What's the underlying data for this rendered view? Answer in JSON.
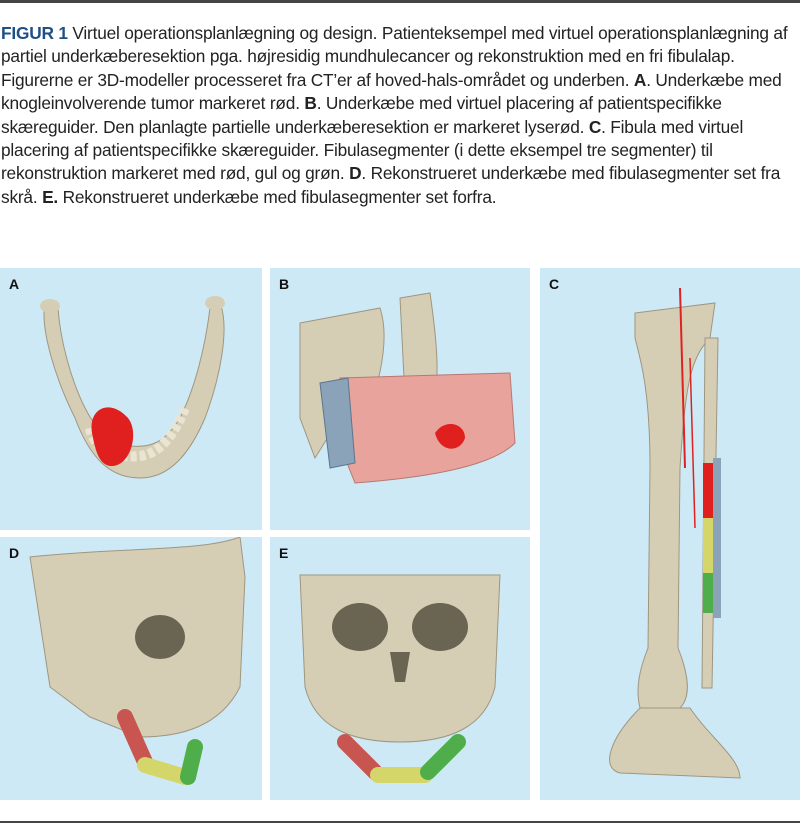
{
  "caption": {
    "figure_label": "FIGUR 1",
    "segments": [
      {
        "text": " Virtuel operationsplanlægning og design. Patienteksempel med virtuel operationsplanlægning af partiel underkæberesektion pga. højresidig mundhulecancer og rekonstruktion med en fri fibulalap. Figurerne er 3D-modeller processeret fra CT’er af hoved-hals-området og underben. "
      },
      {
        "bold": "A"
      },
      {
        "text": ". Underkæbe med knogleinvolverende tumor markeret rød. "
      },
      {
        "bold": "B"
      },
      {
        "text": ". Underkæbe med virtuel placering af patientspecifikke skæreguider. Den planlagte partielle underkæberesektion er markeret lyserød. "
      },
      {
        "bold": "C"
      },
      {
        "text": ". Fibula med virtuel placering af patientspecifikke skæreguider. Fibulasegmenter (i dette eksempel tre segmenter) til rekonstruktion markeret med rød, gul og grøn. "
      },
      {
        "bold": "D"
      },
      {
        "text": ". Rekonstrueret underkæbe med fibulasegmenter set fra skrå. "
      },
      {
        "bold": "E."
      },
      {
        "text": " Rekonstrueret underkæbe med fibulasegmenter set forfra."
      }
    ]
  },
  "panels": {
    "A": {
      "label": "A"
    },
    "B": {
      "label": "B"
    },
    "C": {
      "label": "C"
    },
    "D": {
      "label": "D"
    },
    "E": {
      "label": "E"
    }
  },
  "colors": {
    "bone": "#d8d0b8",
    "tumor": "#e0201e",
    "resection": "#e8a49c",
    "guide": "#8aa3b8",
    "seg_red": "#c8554f",
    "seg_yellow": "#d4d66a",
    "seg_green": "#4fae4a",
    "panel_bg": "#cde9f6",
    "label_blue": "#1f4f86"
  }
}
